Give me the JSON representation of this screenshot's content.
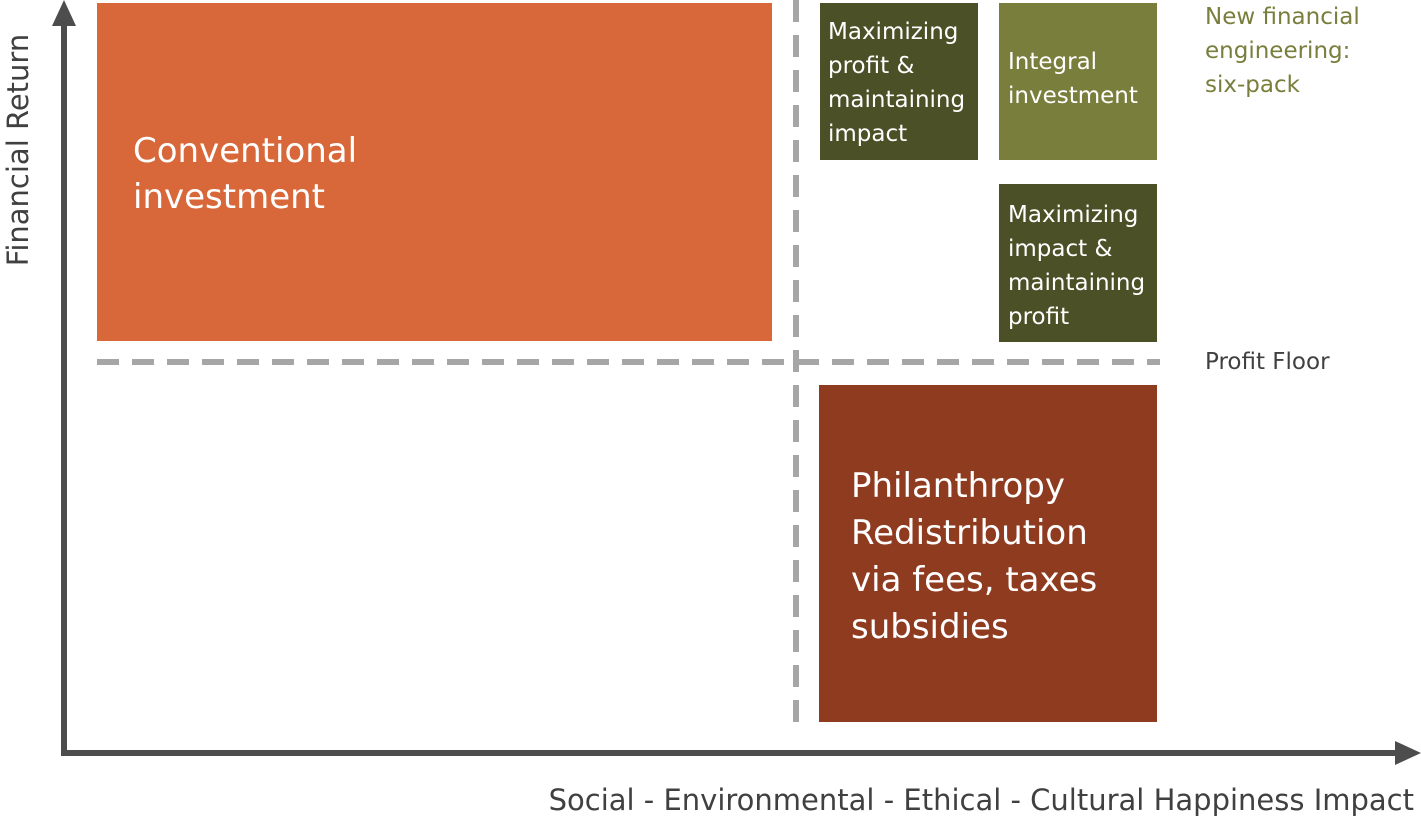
{
  "axes": {
    "y_label": "Financial Return",
    "x_label": "Social - Environmental - Ethical - Cultural Happiness Impact"
  },
  "boxes": {
    "conventional": "Conventional\ninvestment",
    "philanthropy": "Philanthropy\nRedistribution\nvia fees, taxes\nsubsidies",
    "max_profit": "Maximizing\nprofit &\nmaintaining\nimpact",
    "integral": "Integral\ninvestment",
    "max_impact": "Maximizing\nimpact &\nmaintaining\nprofit"
  },
  "labels": {
    "six_pack": "New financial\nengineering:\nsix-pack",
    "profit_floor": "Profit Floor"
  },
  "colors": {
    "conventional": "#D8683A",
    "philanthropy": "#8F3B20",
    "dark_olive": "#4B5026",
    "olive": "#7A7E3C",
    "six_pack_text": "#7A7E3C",
    "axis": "#4D4D4D",
    "dashed_line": "#A6A6A6"
  }
}
